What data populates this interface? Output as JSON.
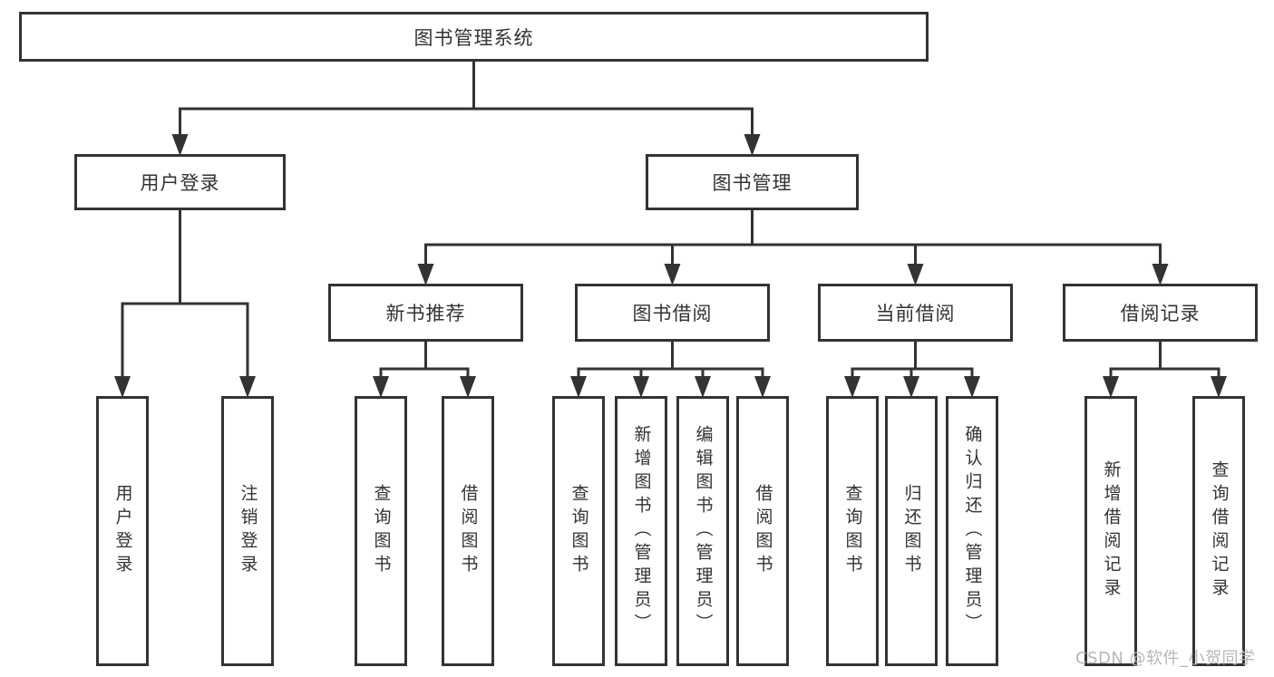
{
  "nodes": {
    "root": {
      "label": "图书管理系统"
    },
    "user_login": {
      "label": "用户登录"
    },
    "book_mgmt": {
      "label": "图书管理"
    },
    "new_book_rec": {
      "label": "新书推荐"
    },
    "book_borrow": {
      "label": "图书借阅"
    },
    "current_borrow": {
      "label": "当前借阅"
    },
    "borrow_records": {
      "label": "借阅记录"
    },
    "leaf_user_login": {
      "label": "用户登录"
    },
    "leaf_logout": {
      "label": "注销登录"
    },
    "leaf_nbr_query": {
      "label": "查询图书"
    },
    "leaf_nbr_borrow": {
      "label": "借阅图书"
    },
    "leaf_bb_query": {
      "label": "查询图书"
    },
    "leaf_bb_add": {
      "label": "新增图书（管理员）"
    },
    "leaf_bb_edit": {
      "label": "编辑图书（管理员）"
    },
    "leaf_bb_borrow": {
      "label": "借阅图书"
    },
    "leaf_cb_query": {
      "label": "查询图书"
    },
    "leaf_cb_return": {
      "label": "归还图书"
    },
    "leaf_cb_confirm": {
      "label": "确认归还（管理员）"
    },
    "leaf_br_add": {
      "label": "新增借阅记录"
    },
    "leaf_br_query": {
      "label": "查询借阅记录"
    }
  },
  "tree": {
    "label": "图书管理系统",
    "children": [
      {
        "label": "用户登录",
        "children": [
          {
            "label": "用户登录"
          },
          {
            "label": "注销登录"
          }
        ]
      },
      {
        "label": "图书管理",
        "children": [
          {
            "label": "新书推荐",
            "children": [
              {
                "label": "查询图书"
              },
              {
                "label": "借阅图书"
              }
            ]
          },
          {
            "label": "图书借阅",
            "children": [
              {
                "label": "查询图书"
              },
              {
                "label": "新增图书（管理员）"
              },
              {
                "label": "编辑图书（管理员）"
              },
              {
                "label": "借阅图书"
              }
            ]
          },
          {
            "label": "当前借阅",
            "children": [
              {
                "label": "查询图书"
              },
              {
                "label": "归还图书"
              },
              {
                "label": "确认归还（管理员）"
              }
            ]
          },
          {
            "label": "借阅记录",
            "children": [
              {
                "label": "新增借阅记录"
              },
              {
                "label": "查询借阅记录"
              }
            ]
          }
        ]
      }
    ]
  },
  "watermark": {
    "text": "CSDN @软件_小贺同学"
  },
  "colors": {
    "line": "#333333",
    "border": "#333333",
    "text": "#333333",
    "watermark_text": "#b7b7b7",
    "background": "#ffffff"
  }
}
